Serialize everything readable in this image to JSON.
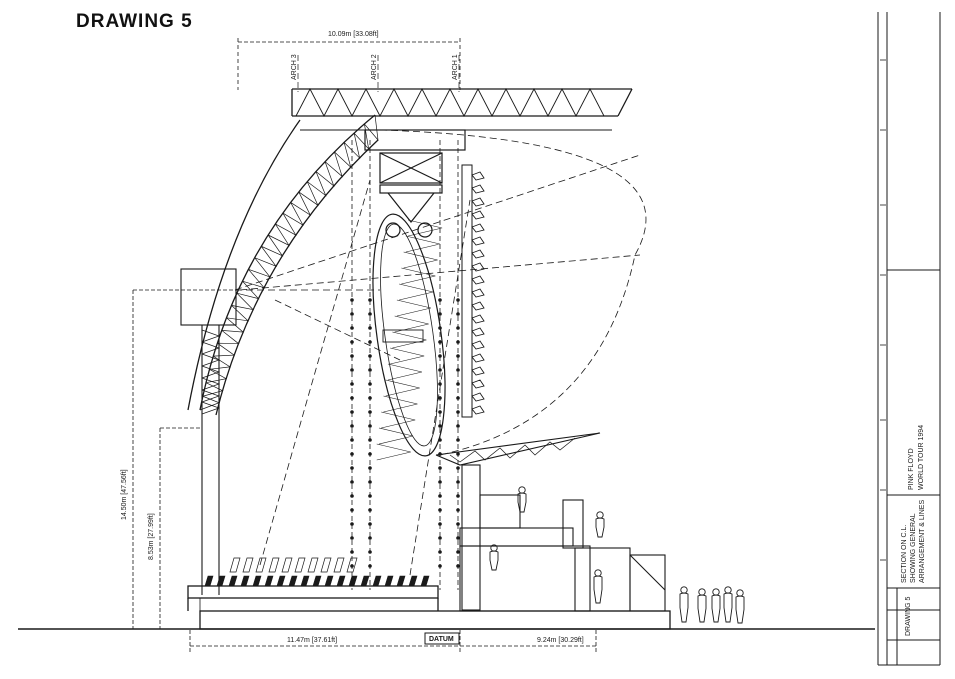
{
  "drawing": {
    "title": "DRAWING 5",
    "arches": [
      "ARCH 3",
      "ARCH 2",
      "ARCH 1"
    ],
    "dimensions": {
      "top_width": "10.09m [33.08ft]",
      "total_height": "14.50m [47.56ft]",
      "lower_height": "8.53m [27.99ft]",
      "left_base": "11.47m [37.61ft]",
      "right_base": "9.24m [30.29ft]"
    },
    "datum_label": "DATUM"
  },
  "title_block": {
    "project_lines": [
      "PINK FLOYD",
      "WORLD TOUR 1994"
    ],
    "drawing_lines": [
      "SECTION ON C.L.",
      "SHOWING GENERAL",
      "ARRANGEMENT & LINES"
    ],
    "drawing_no": "DRAWING 5"
  }
}
